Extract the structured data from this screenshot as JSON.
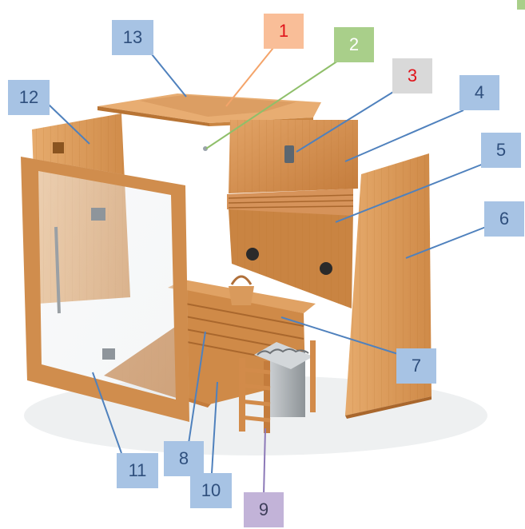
{
  "callouts": [
    {
      "id": "c1",
      "label": "1",
      "fill": "#f9be98",
      "text_color": "#e0141b"
    },
    {
      "id": "c2",
      "label": "2",
      "fill": "#a9cf8a",
      "text_color": "#ffffff"
    },
    {
      "id": "c3",
      "label": "3",
      "fill": "#d9d9d9",
      "text_color": "#e0141b"
    },
    {
      "id": "c4",
      "label": "4",
      "fill": "#a7c3e4",
      "text_color": "#2f4f7d"
    },
    {
      "id": "c5",
      "label": "5",
      "fill": "#a7c3e4",
      "text_color": "#2f4f7d"
    },
    {
      "id": "c6",
      "label": "6",
      "fill": "#a7c3e4",
      "text_color": "#2f4f7d"
    },
    {
      "id": "c7",
      "label": "7",
      "fill": "#a7c3e4",
      "text_color": "#2f4f7d"
    },
    {
      "id": "c8",
      "label": "8",
      "fill": "#a7c3e4",
      "text_color": "#2f4f7d"
    },
    {
      "id": "c9",
      "label": "9",
      "fill": "#c2b3d8",
      "text_color": "#3e3e5a"
    },
    {
      "id": "c10",
      "label": "10",
      "fill": "#a7c3e4",
      "text_color": "#2f4f7d"
    },
    {
      "id": "c11",
      "label": "11",
      "fill": "#a7c3e4",
      "text_color": "#2f4f7d"
    },
    {
      "id": "c12",
      "label": "12",
      "fill": "#a7c3e4",
      "text_color": "#2f4f7d"
    },
    {
      "id": "c13",
      "label": "13",
      "fill": "#a7c3e4",
      "text_color": "#2f4f7d"
    }
  ],
  "colors": {
    "wood_light": "#d99a5c",
    "wood_mid": "#c8803f",
    "wood_dark": "#a9672d",
    "leader_blue": "#4f81bd",
    "leader_orange": "#f4a46a",
    "leader_green": "#8fbf6a",
    "leader_purple": "#8c79b8"
  }
}
